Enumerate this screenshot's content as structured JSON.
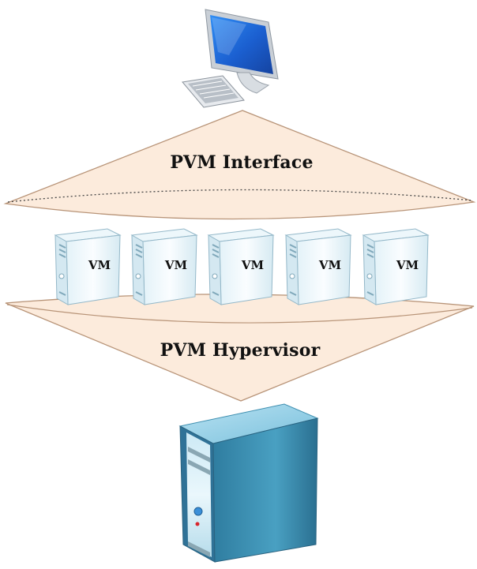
{
  "diagram": {
    "top_layer_label": "PVM Interface",
    "bottom_layer_label": "PVM Hypervisor",
    "vms": [
      {
        "label": "VM"
      },
      {
        "label": "VM"
      },
      {
        "label": "VM"
      },
      {
        "label": "VM"
      },
      {
        "label": "VM"
      }
    ]
  },
  "colors": {
    "layer_fill": "#fcebdc",
    "layer_stroke": "#b89478",
    "server_body": "#3f8fb0",
    "server_front": "#d9eff7",
    "monitor_screen": "#1f63c7",
    "vm_body": "#f3fafd",
    "vm_outline": "#9fc0d0"
  },
  "icons": {
    "top": "desktop-computer-icon",
    "middle": "vm-server-icon",
    "bottom": "physical-server-icon"
  }
}
